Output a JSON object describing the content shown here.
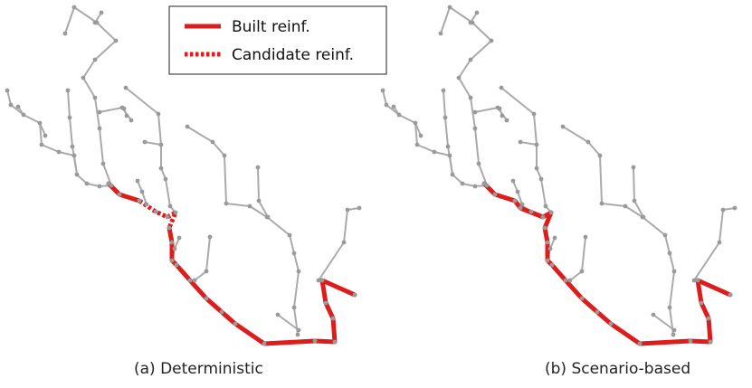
{
  "legend": {
    "built_label": "Built reinf.",
    "candidate_label": "Candidate reinf."
  },
  "captions": {
    "left": "(a) Deterministic",
    "right": "(b) Scenario-based"
  },
  "colors": {
    "network": "#aaaaaa",
    "node": "#9a9a9a",
    "reinforcement": "#dd1c1c"
  }
}
